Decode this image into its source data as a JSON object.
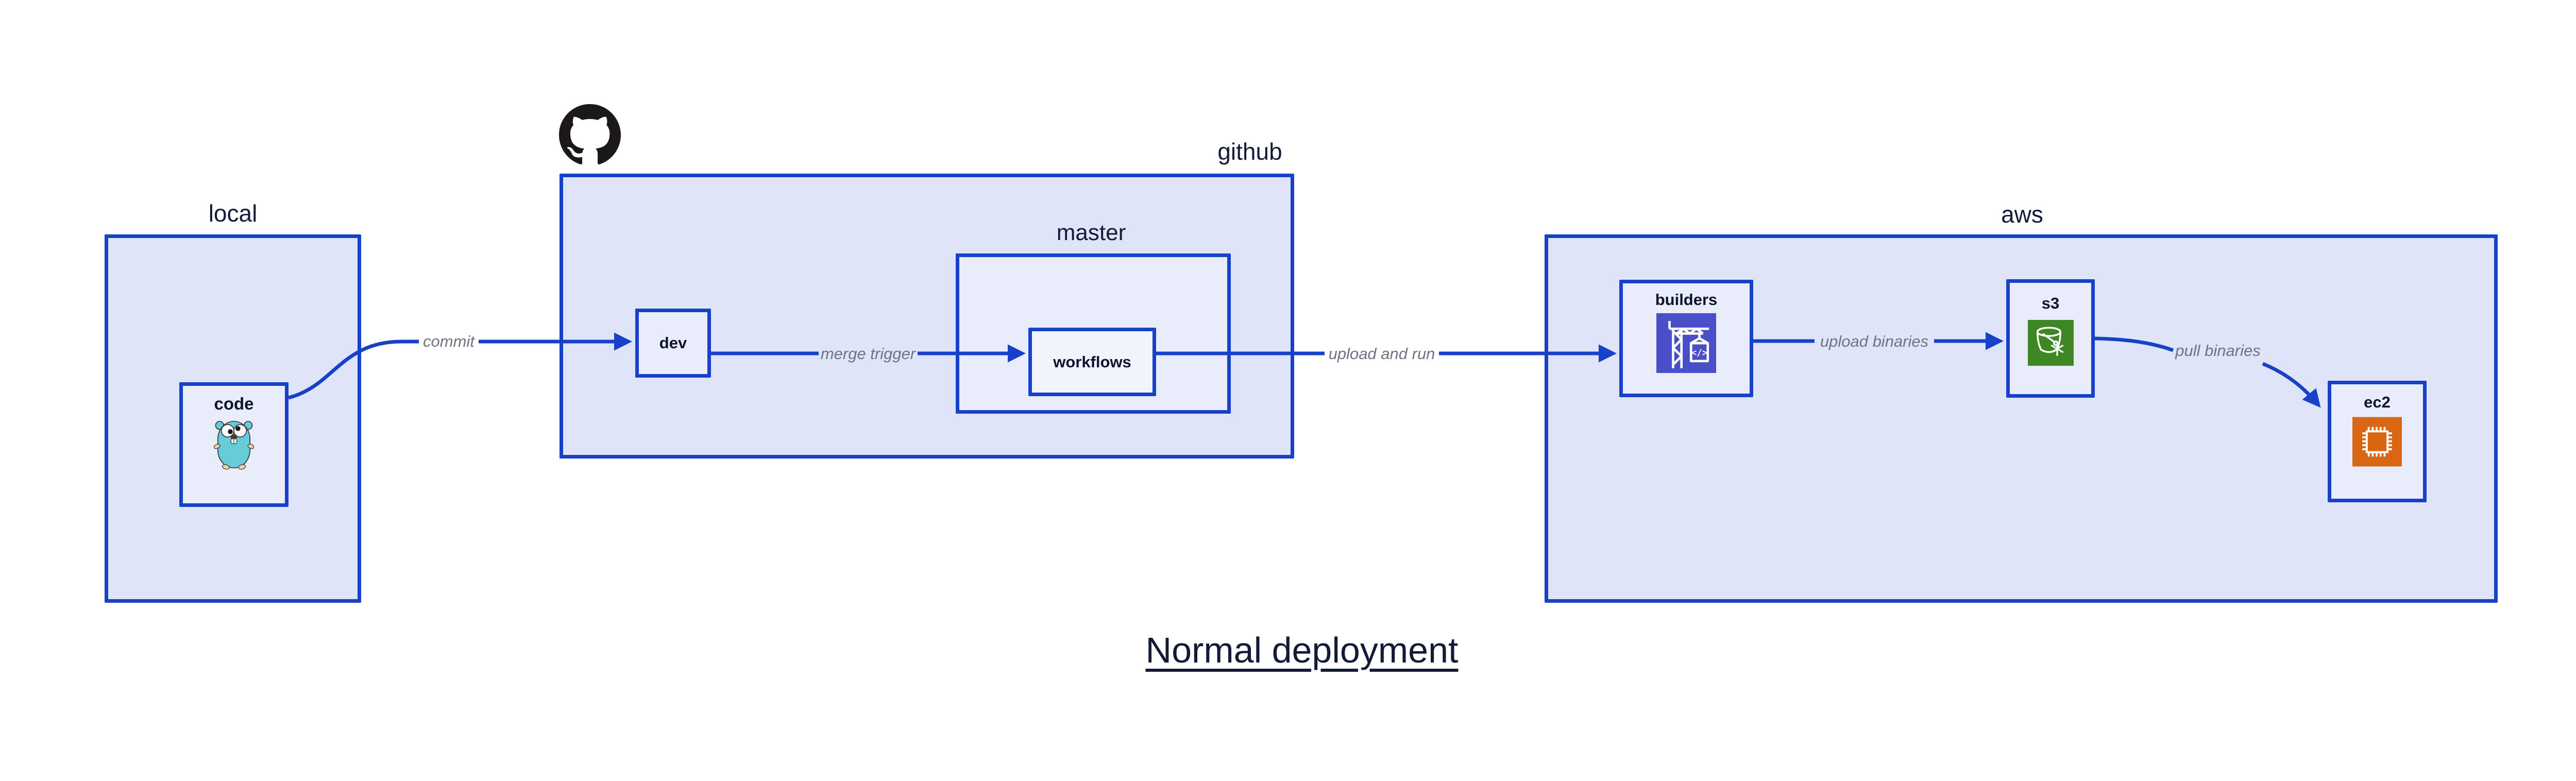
{
  "diagram": {
    "title": "Normal deployment",
    "groups": {
      "local": {
        "label": "local"
      },
      "github": {
        "label": "github"
      },
      "master": {
        "label": "master"
      },
      "aws": {
        "label": "aws"
      }
    },
    "nodes": {
      "code": {
        "label": "code",
        "icon": "go-gopher-icon"
      },
      "dev": {
        "label": "dev"
      },
      "workflows": {
        "label": "workflows"
      },
      "builders": {
        "label": "builders",
        "icon": "codebuild-crane-icon",
        "icon_color": "#4b4ec9"
      },
      "s3": {
        "label": "s3",
        "icon": "s3-bucket-icon",
        "icon_color": "#3f8624"
      },
      "ec2": {
        "label": "ec2",
        "icon": "ec2-chip-icon",
        "icon_color": "#d86613"
      }
    },
    "icons": {
      "github_logo": "github-octocat-icon"
    },
    "edges": [
      {
        "id": "commit",
        "label": "commit",
        "from": "code",
        "to": "dev"
      },
      {
        "id": "merge-trigger",
        "label": "merge trigger",
        "from": "dev",
        "to": "workflows"
      },
      {
        "id": "upload-and-run",
        "label": "upload and run",
        "from": "workflows",
        "to": "builders"
      },
      {
        "id": "upload-binaries",
        "label": "upload binaries",
        "from": "builders",
        "to": "s3"
      },
      {
        "id": "pull-binaries",
        "label": "pull binaries",
        "from": "s3",
        "to": "ec2"
      }
    ],
    "colors": {
      "border_blue": "#1641c8",
      "group_fill": "#dfe5f9",
      "node_fill": "#e9edfb",
      "inner_node_fill": "#f2f4fd",
      "edge_label_gray": "#6f7483",
      "caption_navy": "#151b36",
      "codebuild_indigo": "#4b4ec9",
      "s3_green": "#3f8624",
      "ec2_orange": "#d86613",
      "gopher_teal": "#67ccda",
      "github_black": "#1b1817"
    }
  }
}
